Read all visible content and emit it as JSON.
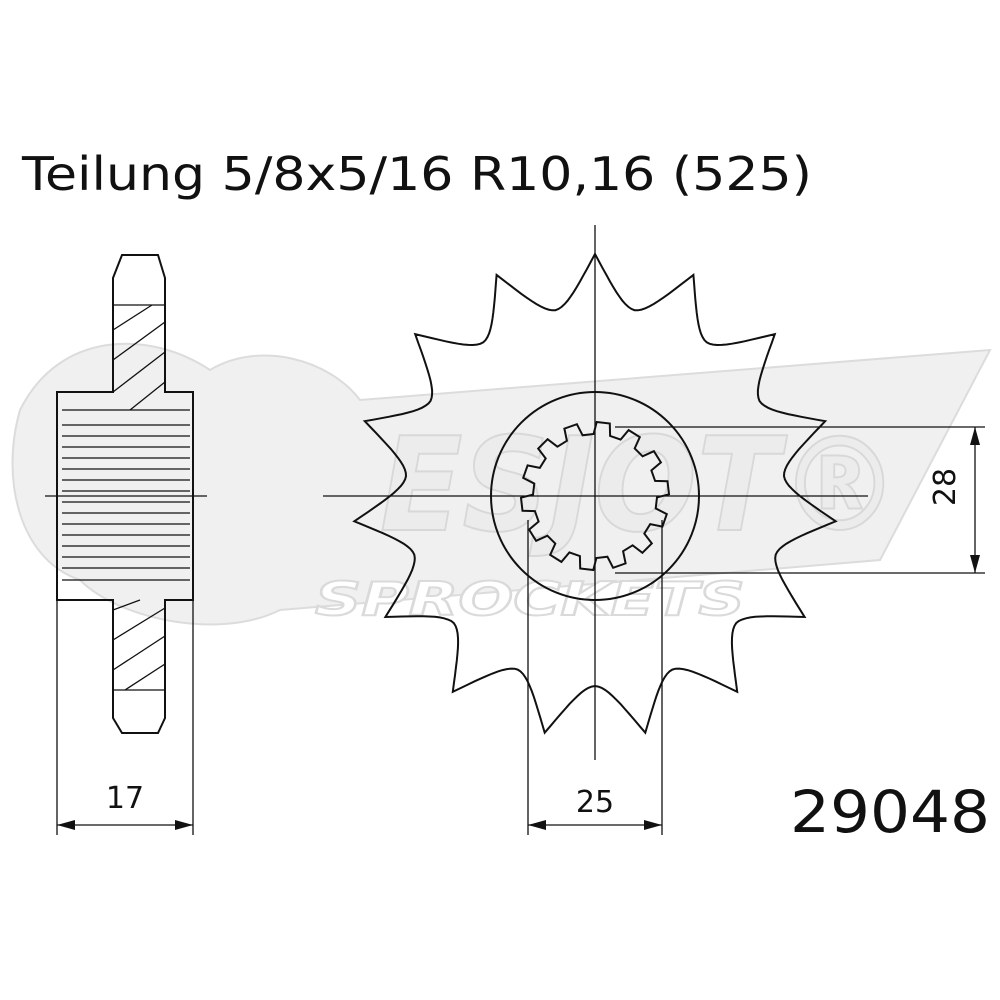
{
  "header": {
    "title": "Teilung 5/8x5/16 R10,16 (525)"
  },
  "dimensions": {
    "thickness": "17",
    "hub_diameter": "25",
    "bore": "28"
  },
  "part_number": "29048",
  "watermark": {
    "brand": "ESJOT®",
    "subtitle": "SPROCKETS"
  },
  "sprocket": {
    "teeth": 15,
    "spline_teeth": 14
  },
  "colors": {
    "line": "#111111",
    "watermark": "#e4e4e4",
    "background": "#ffffff"
  }
}
